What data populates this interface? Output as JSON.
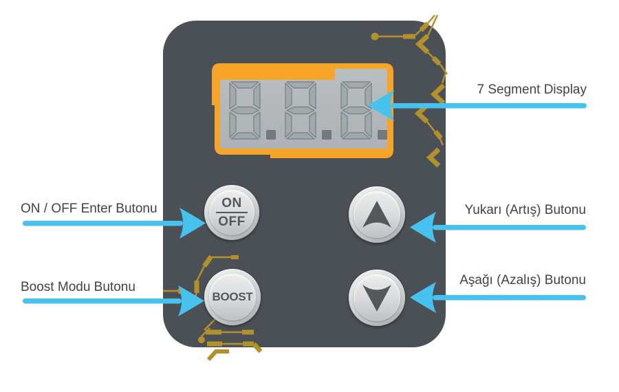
{
  "device": {
    "display": {
      "value": "8.8.8.",
      "description": "7 segment LCD showing three ghost digits 8.8.8."
    },
    "buttons": {
      "on_off": {
        "top": "ON",
        "bottom": "OFF"
      },
      "boost": {
        "label": "BOOST"
      },
      "up": {
        "icon": "arrow-up"
      },
      "down": {
        "icon": "arrow-down"
      }
    }
  },
  "annotations": {
    "display": {
      "label": "7 Segment Display",
      "side": "right"
    },
    "on_off": {
      "label": "ON / OFF Enter Butonu",
      "side": "left"
    },
    "boost": {
      "label": "Boost Modu Butonu",
      "side": "left"
    },
    "up": {
      "label": "Yukarı (Artış) Butonu",
      "side": "right"
    },
    "down": {
      "label": "Aşağı (Azalış) Butonu",
      "side": "right"
    }
  },
  "colors": {
    "panel": "#4a5055",
    "accent_orange": "#f7a52a",
    "circuit_gold": "#b2912d",
    "arrow_blue": "#47c1ed",
    "lcd_background": "#b3b8bc",
    "lcd_segment": "#a2a8ac",
    "lcd_decimal": "#74797e",
    "label_text": "#3f4448",
    "button_text": "#54585c"
  }
}
